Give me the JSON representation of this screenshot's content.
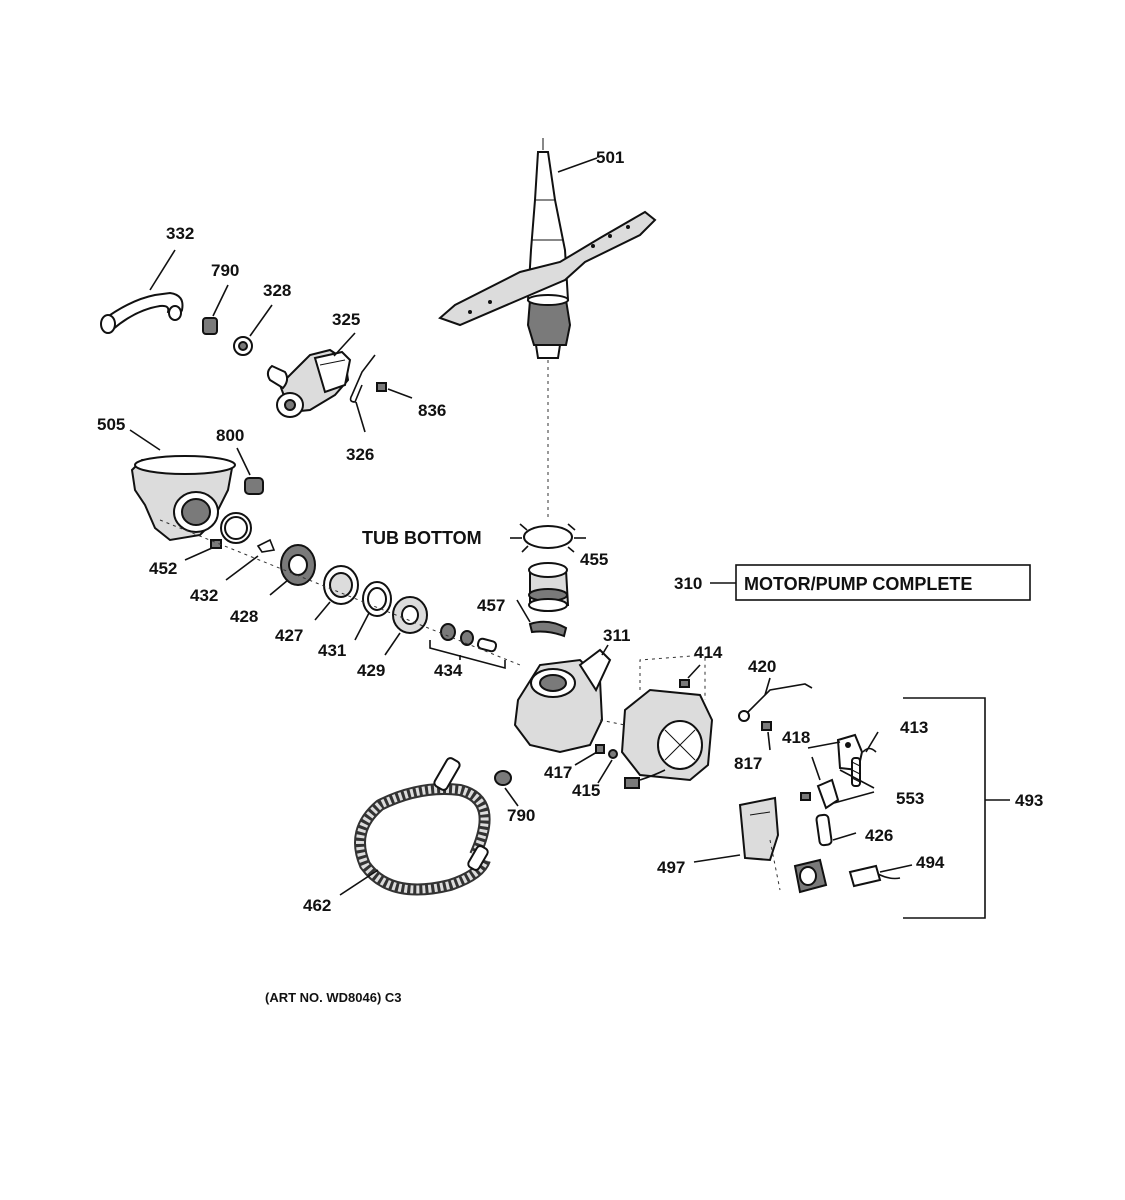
{
  "labels": {
    "p501": "501",
    "p332": "332",
    "p790a": "790",
    "p328": "328",
    "p325": "325",
    "p836": "836",
    "p326": "326",
    "p505": "505",
    "p800": "800",
    "p455": "455",
    "p457": "457",
    "p310": "310",
    "p311": "311",
    "p452": "452",
    "p432": "432",
    "p428": "428",
    "p427": "427",
    "p431": "431",
    "p429": "429",
    "p434": "434",
    "p414": "414",
    "p420": "420",
    "p413": "413",
    "p418": "418",
    "p817": "817",
    "p417": "417",
    "p415": "415",
    "p553": "553",
    "p493": "493",
    "p426": "426",
    "p790b": "790",
    "p497": "497",
    "p494": "494",
    "p462": "462"
  },
  "tub_bottom": "TUB BOTTOM",
  "motor_pump_box": "MOTOR/PUMP COMPLETE",
  "art_no": "(ART NO. WD8046) C3"
}
